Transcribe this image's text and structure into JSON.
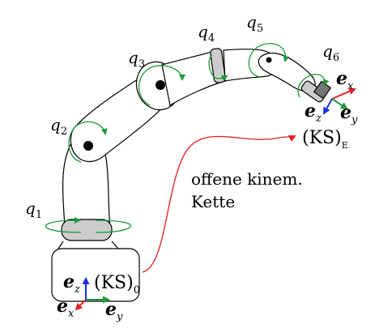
{
  "joints": {
    "q1": {
      "base": "q",
      "sub": "1"
    },
    "q2": {
      "base": "q",
      "sub": "2"
    },
    "q3": {
      "base": "q",
      "sub": "3"
    },
    "q4": {
      "base": "q",
      "sub": "4"
    },
    "q5": {
      "base": "q",
      "sub": "5"
    },
    "q6": {
      "base": "q",
      "sub": "6"
    }
  },
  "frames": {
    "base": {
      "main": "(KS)",
      "sub": "0"
    },
    "end": {
      "main": "(KS)",
      "sub": "E"
    }
  },
  "vectors": {
    "symbol": "e",
    "x": "x",
    "y": "y",
    "z": "z"
  },
  "annotation": {
    "line1": "offene kinem.",
    "line2": "Kette"
  },
  "colors": {
    "rotation_arrow": "#1a9a3a",
    "axis_x": "#e02020",
    "axis_y": "#1a9a3a",
    "axis_z": "#1a2fe0",
    "annotation_curve": "#e02020",
    "joint_fill": "#cccccc",
    "outline": "#000000"
  }
}
